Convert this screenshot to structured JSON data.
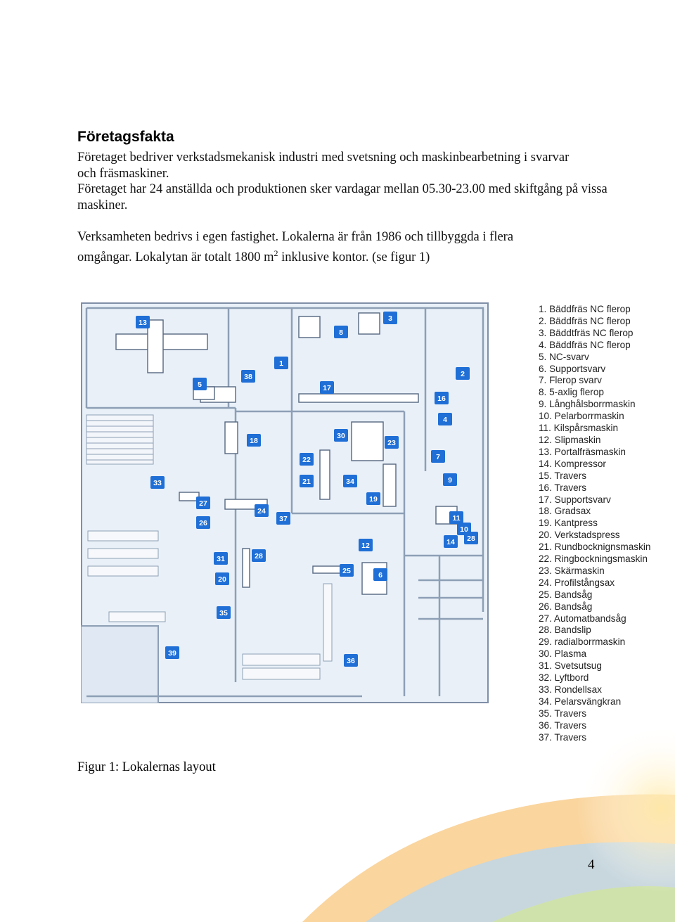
{
  "heading": "Företagsfakta",
  "paragraphs": {
    "p1": "Företaget bedriver verkstadsmekanisk industri med svetsning och maskinbearbetning i svarvar och fräsmaskiner.",
    "p2": "Företaget har 24 anställda och produktionen sker vardagar mellan 05.30-23.00 med skiftgång på vissa maskiner.",
    "p3_before": "Verksamheten bedrivs i egen fastighet. Lokalerna är från 1986 och tillbyggda i flera omgångar. Lokalytan är totalt 1800 m",
    "p3_sup": "2",
    "p3_after": " inklusive kontor. (se figur 1)"
  },
  "figure_caption": "Figur 1: Lokalernas layout",
  "page_number": "4",
  "legend": [
    "1. Bäddfräs NC flerop",
    "2. Bäddfräs NC flerop",
    "3. Bäddtfräs NC flerop",
    "4. Bäddfräs NC flerop",
    "5. NC-svarv",
    "6. Supportsvarv",
    "7. Flerop svarv",
    "8. 5-axlig flerop",
    "9. Långhålsborrmaskin",
    "10. Pelarborrmaskin",
    "11. Kilspårsmaskin",
    "12. Slipmaskin",
    "13. Portalfräsmaskin",
    "14. Kompressor",
    "15. Travers",
    "16. Travers",
    "17. Supportsvarv",
    "18. Gradsax",
    "19. Kantpress",
    "20. Verkstadspress",
    "21. Rundbocknignsmaskin",
    "22. Ringbockningsmaskin",
    "23. Skärmaskin",
    "24. Profilstångsax",
    "25. Bandsåg",
    "26. Bandsåg",
    "27. Automatbandsåg",
    "28. Bandslip",
    "29. radialborrmaskin",
    "30. Plasma",
    "31. Svetsutsug",
    "32. Lyftbord",
    "33. Rondellsax",
    "34. Pelarsvängkran",
    "35. Travers",
    "36. Travers",
    "37. Travers"
  ],
  "plan_markers": [
    "13",
    "8",
    "3",
    "38",
    "1",
    "2",
    "5",
    "17",
    "16",
    "4",
    "18",
    "30",
    "23",
    "7",
    "22",
    "21",
    "34",
    "9",
    "19",
    "33",
    "27",
    "26",
    "24",
    "37",
    "11",
    "10",
    "28",
    "12",
    "14",
    "31",
    "28",
    "20",
    "25",
    "6",
    "35",
    "39",
    "36"
  ],
  "colors": {
    "marker": "#1f6fd6",
    "plan_floor": "#e9f0f8",
    "plan_wall": "#8d9fb5",
    "decor_orange": "#f4a23a",
    "decor_blue": "#bcd7ee",
    "decor_green": "#cfe3a5"
  }
}
